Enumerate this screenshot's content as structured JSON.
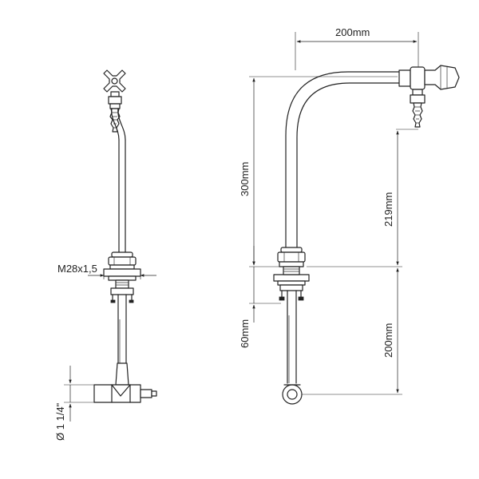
{
  "diagram": {
    "dimensions": {
      "thread": "M28x1,5",
      "pipe_diameter": "Ø 1 1/4\"",
      "reach": "200mm",
      "height_above": "300mm",
      "outlet_height": "219mm",
      "below_top": "60mm",
      "below_total": "200mm"
    }
  }
}
